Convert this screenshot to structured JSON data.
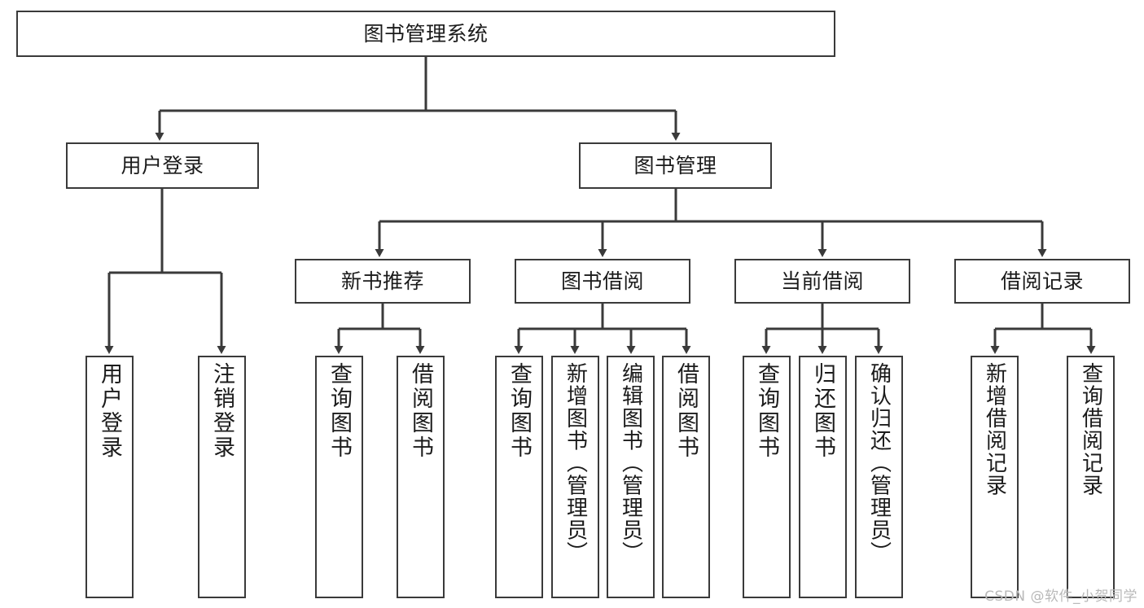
{
  "diagram": {
    "title": "图书管理系统",
    "type": "tree",
    "watermark": "CSDN @软件_小贺同学",
    "colors": {
      "stroke": "#3a3a3a",
      "fill": "#ffffff",
      "text": "#1b1b1b",
      "watermark": "#b9b9b9"
    },
    "nodes": {
      "root": {
        "label": "图书管理系统"
      },
      "level2": [
        {
          "id": "user_login",
          "label": "用户登录"
        },
        {
          "id": "book_manage",
          "label": "图书管理"
        }
      ],
      "level3": [
        {
          "id": "new_book_rec",
          "label": "新书推荐"
        },
        {
          "id": "book_borrow",
          "label": "图书借阅"
        },
        {
          "id": "current_borrow",
          "label": "当前借阅"
        },
        {
          "id": "borrow_record",
          "label": "借阅记录"
        }
      ],
      "leaves": {
        "user_login": [
          {
            "id": "leaf_user_login",
            "label": "用户登录"
          },
          {
            "id": "leaf_user_logout",
            "label": "注销登录"
          }
        ],
        "new_book_rec": [
          {
            "id": "leaf_query_book_1",
            "label": "查询图书"
          },
          {
            "id": "leaf_borrow_book_1",
            "label": "借阅图书"
          }
        ],
        "book_borrow": [
          {
            "id": "leaf_query_book_2",
            "label": "查询图书"
          },
          {
            "id": "leaf_add_book",
            "label": "新增图书（管理员）"
          },
          {
            "id": "leaf_edit_book",
            "label": "编辑图书（管理员）"
          },
          {
            "id": "leaf_borrow_book_2",
            "label": "借阅图书"
          }
        ],
        "current_borrow": [
          {
            "id": "leaf_query_book_3",
            "label": "查询图书"
          },
          {
            "id": "leaf_return_book",
            "label": "归还图书"
          },
          {
            "id": "leaf_confirm_return",
            "label": "确认归还（管理员）"
          }
        ],
        "borrow_record": [
          {
            "id": "leaf_add_record",
            "label": "新增借阅记录"
          },
          {
            "id": "leaf_query_record",
            "label": "查询借阅记录"
          }
        ]
      }
    }
  }
}
